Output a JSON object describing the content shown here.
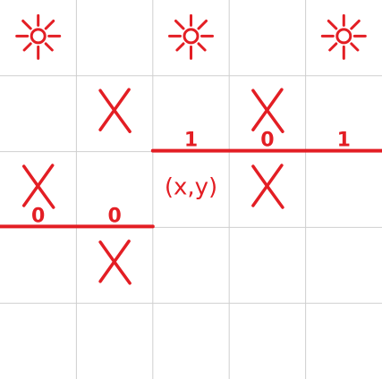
{
  "grid": {
    "rows": 5,
    "cols": 5
  },
  "colors": {
    "ink": "#e31e24",
    "grid": "#cfcfcf",
    "background": "#ffffff"
  },
  "icons": {
    "sun": "sun-icon",
    "cross": "x-mark"
  },
  "suns": [
    {
      "row": 0,
      "col": 0
    },
    {
      "row": 0,
      "col": 2
    },
    {
      "row": 0,
      "col": 4
    }
  ],
  "crosses": [
    {
      "row": 1,
      "col": 1
    },
    {
      "row": 1,
      "col": 3
    },
    {
      "row": 2,
      "col": 0
    },
    {
      "row": 2,
      "col": 3
    },
    {
      "row": 3,
      "col": 1
    }
  ],
  "barriers": [
    {
      "row": 1,
      "from_col": 2,
      "to_col": 4,
      "side": "bottom"
    },
    {
      "row": 2,
      "from_col": 0,
      "to_col": 1,
      "side": "bottom"
    }
  ],
  "values": [
    {
      "row": 1,
      "col": 2,
      "text": "1"
    },
    {
      "row": 1,
      "col": 3,
      "text": "0"
    },
    {
      "row": 1,
      "col": 4,
      "text": "1"
    },
    {
      "row": 2,
      "col": 0,
      "text": "0"
    },
    {
      "row": 2,
      "col": 1,
      "text": "0"
    }
  ],
  "coordinate_label": {
    "row": 2,
    "col": 2,
    "text": "(x,y)"
  }
}
